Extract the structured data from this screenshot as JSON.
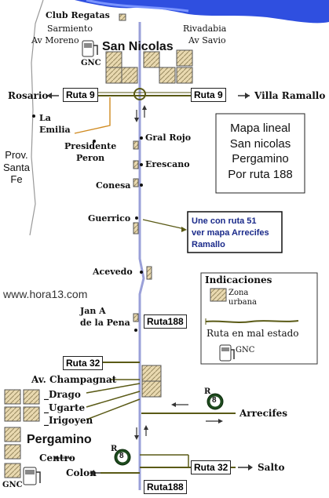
{
  "places": {
    "club_regatas": "Club Regatas",
    "sarmiento": "Sarmiento",
    "rivadabia": "Rivadabia",
    "av_moreno": "Av Moreno",
    "av_savio": "Av Savio",
    "san_nicolas": "San Nicolas",
    "gnc_top": "GNC",
    "rosario": "Rosario",
    "villa_ramallo": "Villa Ramallo",
    "la_emilia": "La\nEmilia",
    "presidente_peron": "Presidente\nPeron",
    "gral_rojo": "Gral Rojo",
    "erescano": "Erescano",
    "conesa": "Conesa",
    "guerrico": "Guerrico",
    "acevedo": "Acevedo",
    "jan_a_de_la_pena": "Jan A\nde la Pena",
    "av_champagnat": "Av. Champagnat",
    "drago": "_Drago",
    "ugarte": "_Ugarte",
    "irigoyen": "_Irigoyen",
    "pergamino": "Pergamino",
    "centro": "Centro",
    "colon": "Colon",
    "arrecifes": "Arrecifes",
    "salto": "Salto",
    "gnc_bottom": "GNC",
    "prov_santa_fe": "Prov.\nSanta\nFe"
  },
  "routes": {
    "ruta9_left": "Ruta 9",
    "ruta9_right": "Ruta  9",
    "ruta188_mid": "Ruta188",
    "ruta188_bottom": "Ruta188",
    "ruta32_left": "Ruta 32",
    "ruta32_right": "Ruta 32",
    "ruta8_badge": "8",
    "ruta8_r": "R",
    "ruta8_badge2": "8",
    "ruta8_r2": "R"
  },
  "title_box": {
    "line1": "Mapa lineal",
    "line2": "San nicolas",
    "line3": "Pergamino",
    "line4": "Por ruta 188"
  },
  "note_box": {
    "line1": "Une con ruta 51",
    "line2": "ver mapa Arrecifes",
    "line3": "Ramallo"
  },
  "website": "www.hora13.com",
  "legend": {
    "title": "Indicaciones",
    "zona_label": "Zona\nurbana",
    "bad_road_label": "Ruta en mal estado",
    "gnc_label": "GNC"
  },
  "colors": {
    "river": "#2f4fe0",
    "main_road": "#9aa0d8",
    "route_lines": "#5a5a16",
    "urban_fill": "#e9d9b0",
    "blue_text": "#1a2a8a"
  }
}
